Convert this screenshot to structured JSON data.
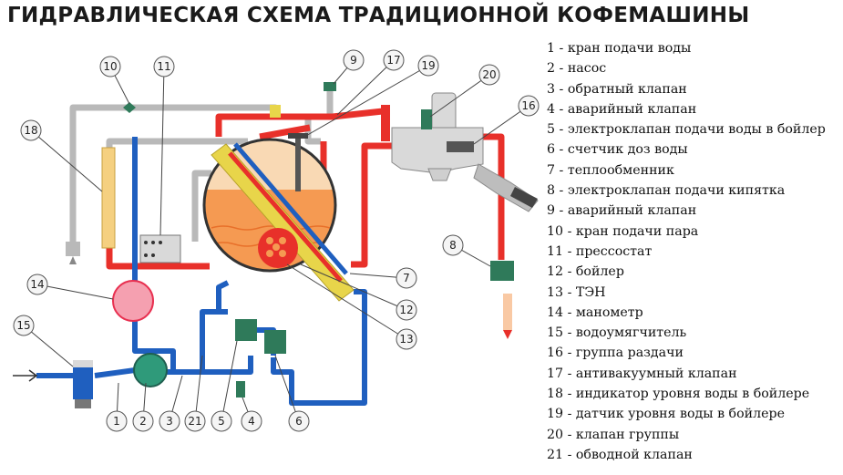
{
  "title": "ГИДРАВЛИЧЕСКАЯ СХЕМА ТРАДИЦИОННОЙ КОФЕМАШИНЫ",
  "legend": [
    "1 - кран подачи воды",
    "2 - насос",
    "3 - обратный клапан",
    "4 - аварийный клапан",
    "5 - электроклапан подачи воды в бойлер",
    "6 - счетчик доз воды",
    "7 - теплообменник",
    "8 - электроклапан подачи кипятка",
    "9 - аварийный клапан",
    "10 - кран подачи пара",
    "11 - прессостат",
    "12 - бойлер",
    "13 - ТЭН",
    "14 - манометр",
    "15 - водоумягчитель",
    "16 - группа раздачи",
    "17 - антивакуумный клапан",
    "18 - индикатор уровня воды в бойлере",
    "19 - датчик уровня воды в бойлере",
    "20 - клапан группы",
    "21 - обводной клапан"
  ],
  "callouts": [
    "1",
    "2",
    "3",
    "21",
    "5",
    "4",
    "6",
    "7",
    "12",
    "13",
    "14",
    "15",
    "8",
    "16",
    "20",
    "19",
    "17",
    "9",
    "10",
    "11",
    "18"
  ],
  "colors": {
    "cold_water": "#1f5fbf",
    "hot_water": "#e8302a",
    "steam": "#b8b8b8",
    "boiler_water": "#f59a52",
    "boiler_steam": "#f9d9b4",
    "valve": "#2f7a5a",
    "heat_exchanger": "#e8d54a"
  }
}
